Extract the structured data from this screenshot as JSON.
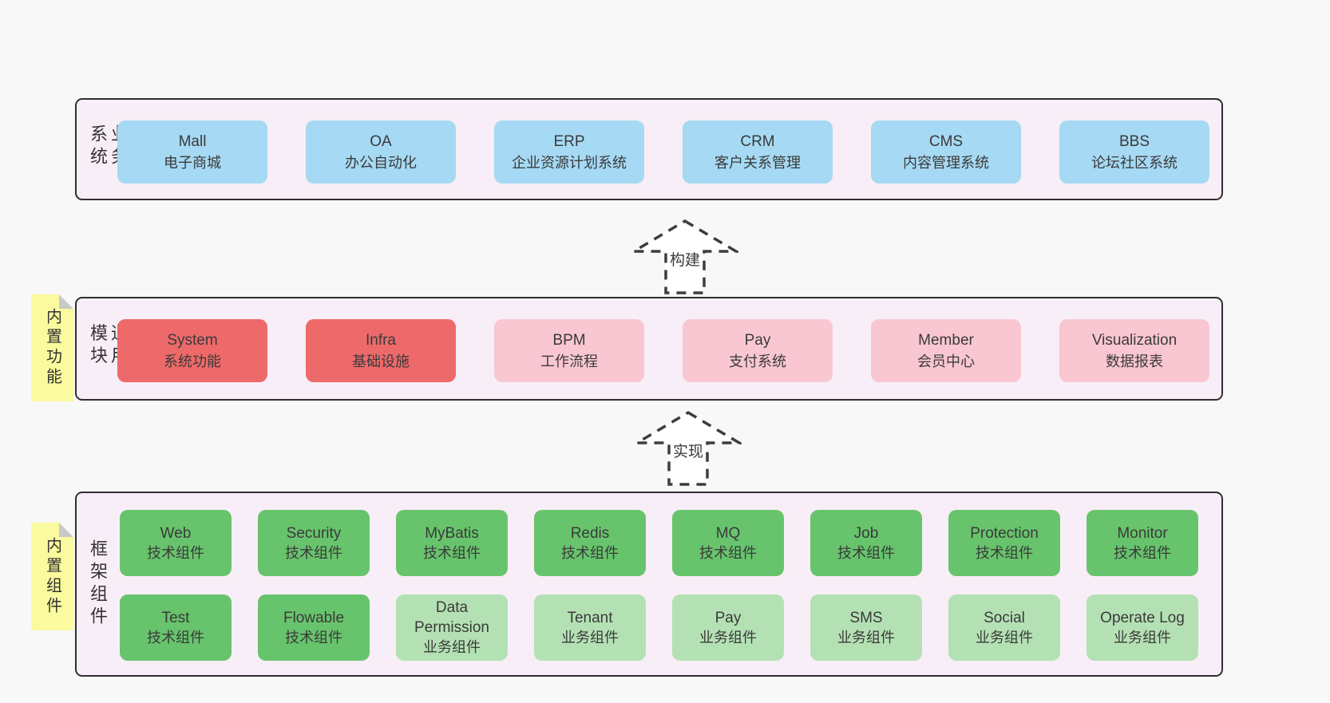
{
  "colors": {
    "page_bg": "#f8f8f8",
    "band_bg": "#f8eef7",
    "band_border": "#2f2f2f",
    "blue": "#a6d9f3",
    "red": "#ee6a6a",
    "pink": "#f9c7d1",
    "green": "#67c46c",
    "lightgreen": "#b4e1b4",
    "note_yellow": "#fafa9e",
    "note_fold": "#c9c9c9",
    "text": "#3a3a3a",
    "arrow_stroke": "#3d3d3d"
  },
  "arrows": [
    {
      "label": "构建"
    },
    {
      "label": "实现"
    }
  ],
  "bands": [
    {
      "label": "业务系统",
      "boxes": [
        {
          "name": "Mall",
          "sub": "电子商城"
        },
        {
          "name": "OA",
          "sub": "办公自动化"
        },
        {
          "name": "ERP",
          "sub": "企业资源计划系统"
        },
        {
          "name": "CRM",
          "sub": "客户关系管理"
        },
        {
          "name": "CMS",
          "sub": "内容管理系统"
        },
        {
          "name": "BBS",
          "sub": "论坛社区系统"
        }
      ]
    },
    {
      "label": "通用模块",
      "note": "内置功能",
      "boxes": [
        {
          "name": "System",
          "sub": "系统功能"
        },
        {
          "name": "Infra",
          "sub": "基础设施"
        },
        {
          "name": "BPM",
          "sub": "工作流程"
        },
        {
          "name": "Pay",
          "sub": "支付系统"
        },
        {
          "name": "Member",
          "sub": "会员中心"
        },
        {
          "name": "Visualization",
          "sub": "数据报表"
        }
      ]
    },
    {
      "label": "框架组件",
      "note": "内置组件",
      "rows": [
        [
          {
            "name": "Web",
            "sub": "技术组件"
          },
          {
            "name": "Security",
            "sub": "技术组件"
          },
          {
            "name": "MyBatis",
            "sub": "技术组件"
          },
          {
            "name": "Redis",
            "sub": "技术组件"
          },
          {
            "name": "MQ",
            "sub": "技术组件"
          },
          {
            "name": "Job",
            "sub": "技术组件"
          },
          {
            "name": "Protection",
            "sub": "技术组件"
          },
          {
            "name": "Monitor",
            "sub": "技术组件"
          }
        ],
        [
          {
            "name": "Test",
            "sub": "技术组件"
          },
          {
            "name": "Flowable",
            "sub": "技术组件"
          },
          {
            "name": "Data Permission",
            "sub": "业务组件"
          },
          {
            "name": "Tenant",
            "sub": "业务组件"
          },
          {
            "name": "Pay",
            "sub": "业务组件"
          },
          {
            "name": "SMS",
            "sub": "业务组件"
          },
          {
            "name": "Social",
            "sub": "业务组件"
          },
          {
            "name": "Operate Log",
            "sub": "业务组件"
          }
        ]
      ]
    }
  ]
}
